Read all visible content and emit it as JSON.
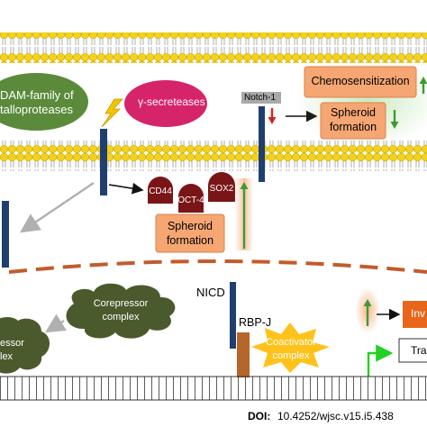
{
  "labels": {
    "adam_line1": "DAM-family of",
    "adam_line2": "talloproteases",
    "gamma_secretases": "γ-secreteases",
    "notch1": "Notch-1",
    "chemosensitization": "Chemosensitization",
    "spheroid_top_line1": "Spheroid",
    "spheroid_top_line2": "formation",
    "cd44": "CD44",
    "oct4": "OCT-4",
    "sox2": "SOX2",
    "spheroid_mid_line1": "Spheroid",
    "spheroid_mid_line2": "formation",
    "nicd": "NICD",
    "rbpj": "RBP-J",
    "corepressor_line1": "Corepressor",
    "corepressor_line2": "complex",
    "corepressor_left_line1": "essor",
    "corepressor_left_line2": "lex",
    "coactivator_line1": "Coactivator",
    "coactivator_line2": "complex",
    "inv": "Inv",
    "tra": "Tra",
    "doi_prefix": "DOI:",
    "doi_value": "10.4252/wjsc.v15.i5.438"
  },
  "colors": {
    "membrane_head": "#f2d21c",
    "membrane_tail": "#ffffff",
    "receptor": "#1f3f6e",
    "adam": "#5a8a3a",
    "gamma": "#d6246a",
    "orange_box": "#f6a673",
    "dark_red": "#7a1517",
    "dark_green_blob": "#4a5a2c",
    "coactivator": "#ffc21a",
    "orange_dark": "#e8661a",
    "arrow_red": "#d2261f",
    "arrow_green": "#3f9a33",
    "nuclear_dash": "#c25b2c",
    "gray_arrow": "#b0b0b0",
    "bright_green": "#22d122"
  }
}
